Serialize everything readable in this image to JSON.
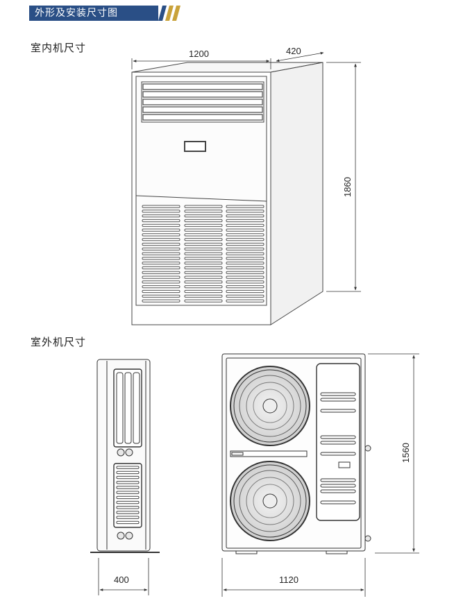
{
  "header": {
    "title": "外形及安装尺寸图"
  },
  "indoor": {
    "title": "室内机尺寸",
    "width": "1200",
    "depth": "420",
    "height": "1860"
  },
  "outdoor": {
    "title": "室外机尺寸",
    "side_depth": "400",
    "front_width": "1120",
    "height": "1560"
  },
  "colors": {
    "header_bg": "#2a4f86",
    "accent": "#c9a23a",
    "line": "#333333"
  }
}
